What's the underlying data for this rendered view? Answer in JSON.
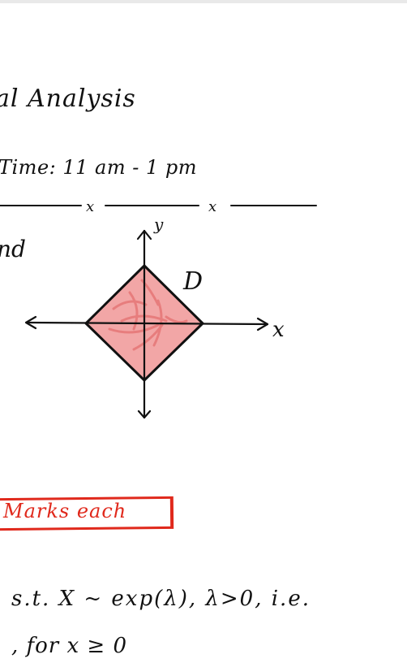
{
  "document": {
    "title_fragment": "al Analysis",
    "time_line": "Time: 11 am - 1 pm",
    "separator_marks": [
      "x",
      "x"
    ],
    "side_fragment": "nd",
    "figure": {
      "y_axis_label": "y",
      "x_axis_label": "x",
      "region_label": "D",
      "region_color": "#e57373",
      "region_fill": "#f2a6a6"
    },
    "marks_note": "Marks each",
    "marks_color": "#e0291c",
    "statement_line1": "s.t. X ~ exp(λ), λ>0, i.e.",
    "statement_line2": ",  for x ≥ 0"
  }
}
